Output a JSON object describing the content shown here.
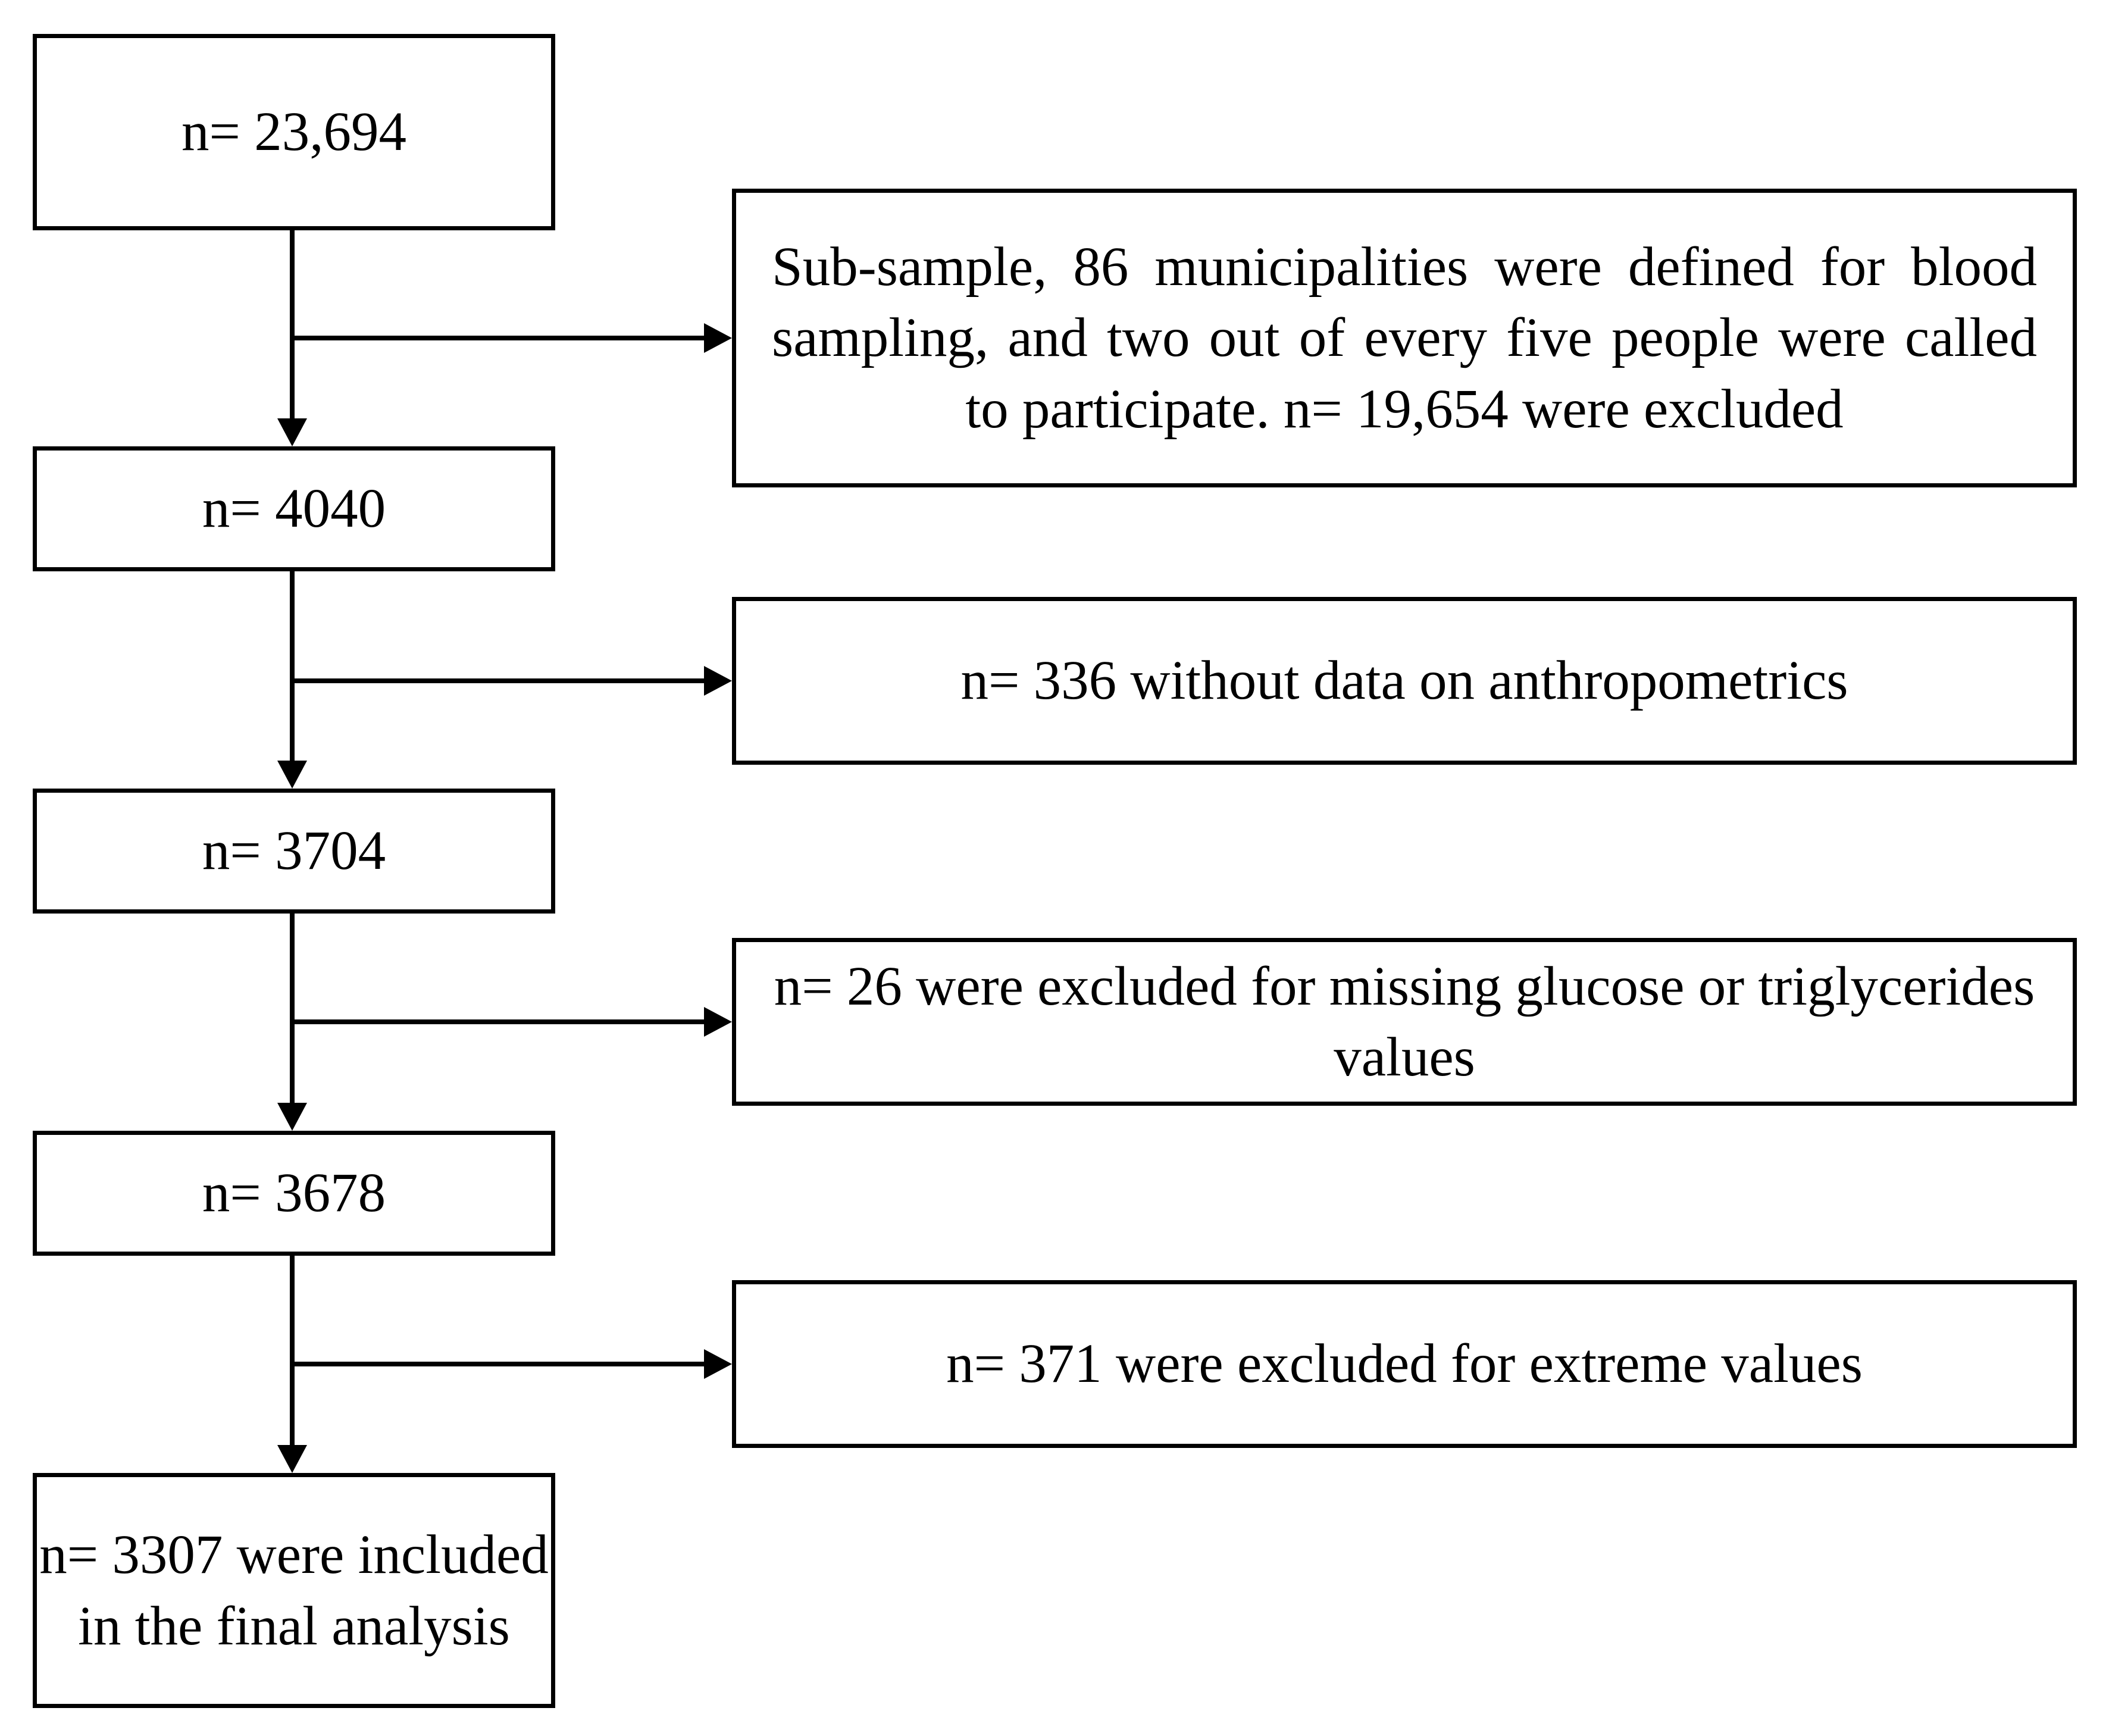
{
  "flow": {
    "steps": [
      {
        "label": "n= 23,694"
      },
      {
        "label": "n= 4040"
      },
      {
        "label": "n= 3704"
      },
      {
        "label": "n= 3678"
      },
      {
        "label": "n= 3307 were included in the final analysis"
      }
    ],
    "exclusions": [
      {
        "label": "Sub-sample, 86 municipalities were defined for blood sampling, and two out of every five people were called to participate. n= 19,654 were excluded"
      },
      {
        "label": "n= 336 without data on anthropometrics"
      },
      {
        "label": "n= 26 were excluded for missing glucose or triglycerides values"
      },
      {
        "label": "n= 371 were excluded for extreme values"
      }
    ]
  },
  "colors": {
    "line": "#000000",
    "background": "#ffffff"
  }
}
